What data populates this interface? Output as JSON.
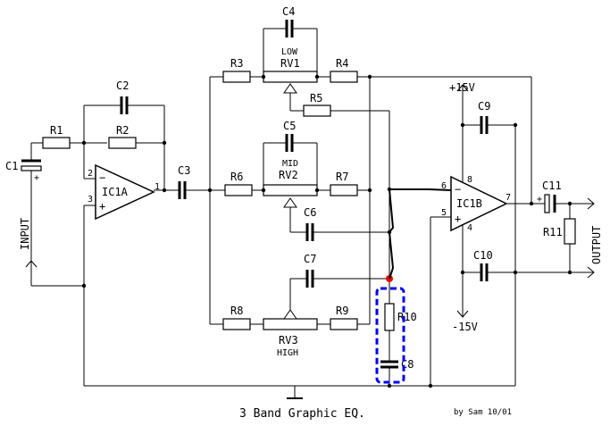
{
  "title": "3 Band Graphic EQ.",
  "credit": "by Sam 10/01",
  "labels": {
    "c1": "C1",
    "c2": "C2",
    "c3": "C3",
    "c4": "C4",
    "c5": "C5",
    "c6": "C6",
    "c7": "C7",
    "c8": "C8",
    "c9": "C9",
    "c10": "C10",
    "c11": "C11",
    "r1": "R1",
    "r2": "R2",
    "r3": "R3",
    "r4": "R4",
    "r5": "R5",
    "r6": "R6",
    "r7": "R7",
    "r8": "R8",
    "r9": "R9",
    "r10": "R10",
    "r11": "R11",
    "rv1_a": "LOW",
    "rv1_b": "RV1",
    "rv2_a": "MID",
    "rv2_b": "RV2",
    "rv3_a": "RV3",
    "rv3_b": "HIGH",
    "ic1a": "IC1A",
    "ic1b": "IC1B",
    "input": "INPUT",
    "output": "OUTPUT",
    "vpos": "+15V",
    "vneg": "-15V",
    "pin1": "1",
    "pin2": "2",
    "pin3": "3",
    "pin4": "4",
    "pin5": "5",
    "pin6": "6",
    "pin7": "7",
    "pin8": "8",
    "minus": "−",
    "plus": "+",
    "cplus": "+"
  },
  "colors": {
    "wire": "#000000",
    "highlight_box": "#0000ee",
    "marker_dot": "#ee0000"
  }
}
